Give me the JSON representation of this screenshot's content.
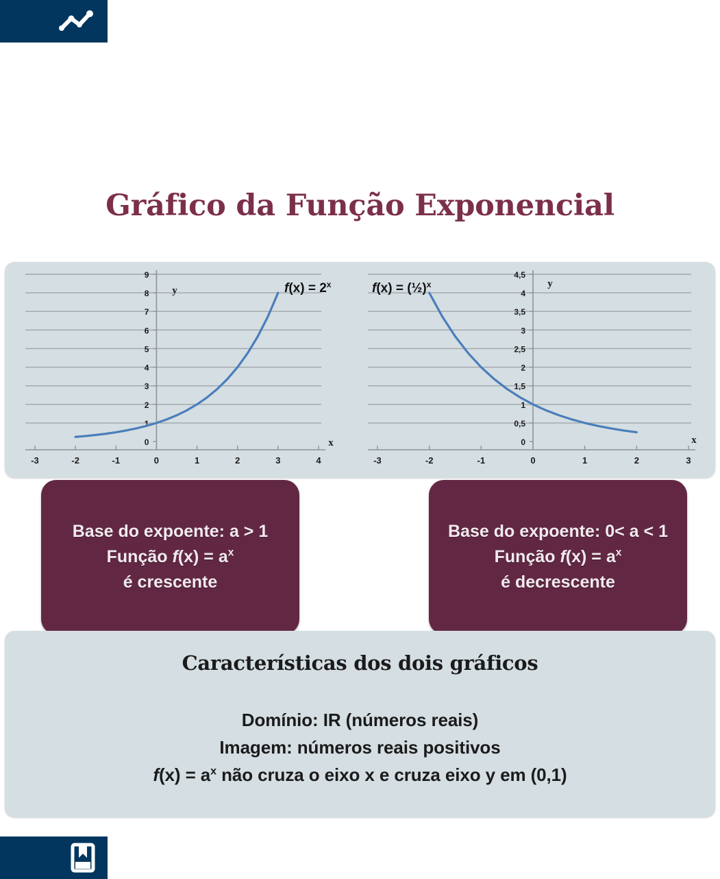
{
  "header": {
    "icon": "line-chart-icon",
    "accent_color": "#03365e"
  },
  "footer": {
    "icon": "bookmark-book-icon",
    "accent_color": "#03365e"
  },
  "page_title": "Gráfico da Função Exponencial",
  "theme": {
    "title_color": "#7b2f4b",
    "panel_bg": "#d5dee2",
    "callout_bg": "#622843",
    "curve_color": "#4a7ebb",
    "gridline_color": "#8d9499"
  },
  "callouts": [
    {
      "name": "increasing-function-callout",
      "line1": "Base do expoente: a > 1",
      "line2_prefix": "Função ",
      "line2_f": "f",
      "line2_rest": "(x) = a",
      "line2_exp": "x",
      "line3": "é crescente"
    },
    {
      "name": "decreasing-function-callout",
      "line1": "Base do expoente: 0< a < 1",
      "line2_prefix": "Função ",
      "line2_f": "f",
      "line2_rest": "(x) = a",
      "line2_exp": "x",
      "line3": "é decrescente"
    }
  ],
  "characteristics": {
    "heading": "Características dos dois gráficos",
    "line1": "Domínio: IR (números reais)",
    "line2": "Imagem: números reais positivos",
    "line3_f": "f",
    "line3_a": "(x) = a",
    "line3_exp": "x",
    "line3_rest": " não cruza o eixo x e cruza eixo y em (0,1)"
  },
  "chart_data": [
    {
      "type": "line",
      "name": "growth-chart",
      "title": "",
      "annotation": "f(x) = 2ˣ",
      "annotation_f": "f",
      "annotation_rest": "(x) = 2",
      "annotation_exp": "x",
      "xlabel": "x",
      "ylabel": "y",
      "xlim": [
        -3,
        4
      ],
      "ylim": [
        0,
        9
      ],
      "xticks": [
        "-3",
        "-2",
        "-1",
        "0",
        "1",
        "2",
        "3",
        "4"
      ],
      "yticks": [
        "0",
        "1",
        "2",
        "3",
        "4",
        "5",
        "6",
        "7",
        "8",
        "9"
      ],
      "grid": true,
      "legend": "none",
      "series": [
        {
          "name": "f(x) = 2^x",
          "x": [
            -2,
            -1.75,
            -1.5,
            -1.25,
            -1,
            -0.75,
            -0.5,
            -0.25,
            0,
            0.25,
            0.5,
            0.75,
            1,
            1.25,
            1.5,
            1.75,
            2,
            2.25,
            2.5,
            2.75,
            3
          ],
          "y": [
            0.25,
            0.297,
            0.354,
            0.42,
            0.5,
            0.595,
            0.707,
            0.841,
            1,
            1.189,
            1.414,
            1.682,
            2,
            2.378,
            2.828,
            3.364,
            4,
            4.757,
            5.657,
            6.727,
            8
          ]
        }
      ]
    },
    {
      "type": "line",
      "name": "decay-chart",
      "title": "",
      "annotation": "f(x) = (½)ˣ",
      "annotation_f": "f",
      "annotation_rest": "(x) = (½)",
      "annotation_exp": "x",
      "xlabel": "x",
      "ylabel": "y",
      "xlim": [
        -3,
        3
      ],
      "ylim": [
        0,
        4.5
      ],
      "xticks": [
        "-3",
        "-2",
        "-1",
        "0",
        "1",
        "2",
        "3"
      ],
      "yticks": [
        "0",
        "0,5",
        "1",
        "1,5",
        "2",
        "2,5",
        "3",
        "3,5",
        "4",
        "4,5"
      ],
      "grid": true,
      "legend": "none",
      "series": [
        {
          "name": "f(x) = (1/2)^x",
          "x": [
            -2,
            -1.75,
            -1.5,
            -1.25,
            -1,
            -0.75,
            -0.5,
            -0.25,
            0,
            0.25,
            0.5,
            0.75,
            1,
            1.25,
            1.5,
            1.75,
            2
          ],
          "y": [
            4,
            3.364,
            2.828,
            2.378,
            2,
            1.682,
            1.414,
            1.189,
            1,
            0.841,
            0.707,
            0.595,
            0.5,
            0.42,
            0.354,
            0.297,
            0.25
          ]
        }
      ]
    }
  ]
}
